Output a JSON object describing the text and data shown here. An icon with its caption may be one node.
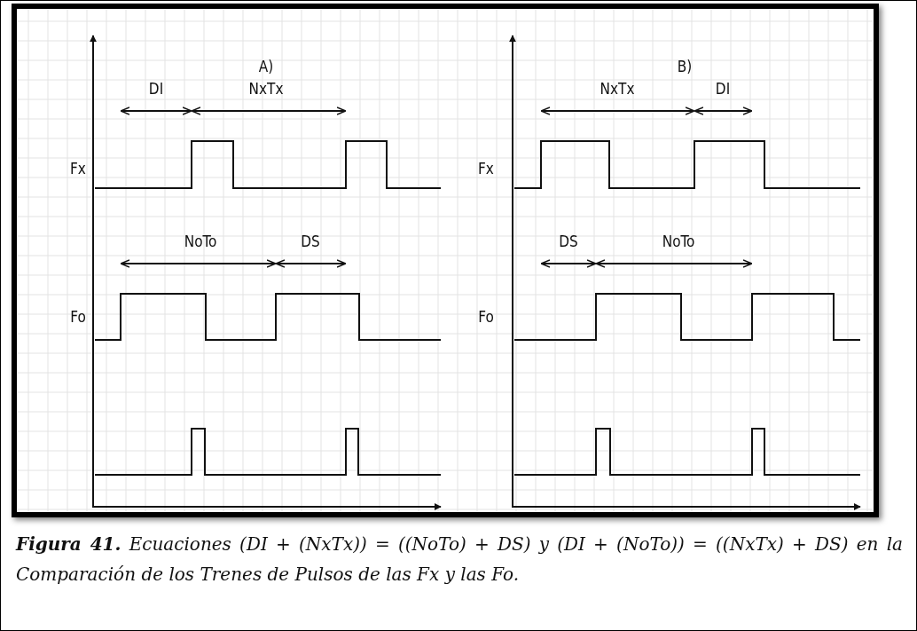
{
  "diagram": {
    "caption": "**Figura 41.** Ecuaciones (DI + (NxTx)) = ((NoTo) + DS) y (DI + (NoTo)) = ((NxTx) + DS) en la Comparación de los Trenes de Pulsos de las Fx y las Fo.",
    "labels": [
      "A)",
      "DI",
      "NxTx",
      "Fx",
      "NoTo",
      "DS",
      "Fo",
      "B)",
      "NxTx",
      "DI",
      "Fx",
      "DS",
      "NoTo",
      "Fo"
    ]
  }
}
